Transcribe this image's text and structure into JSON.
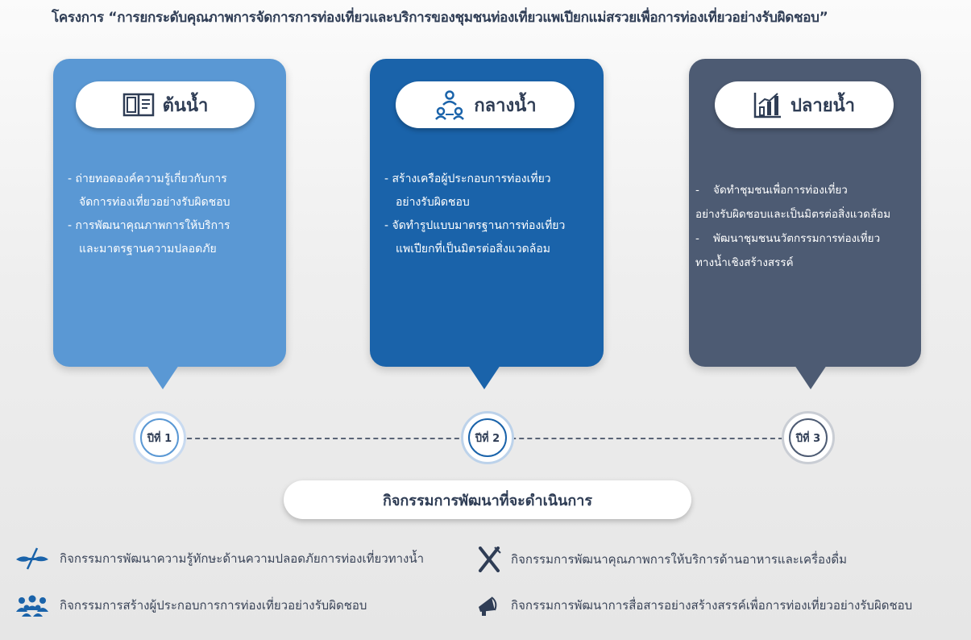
{
  "title": "โครงการ “การยกระดับคุณภาพการจัดการการท่องเที่ยวและบริการของชุมชนท่องเที่ยวแพเปียกแม่สรวยเพื่อการท่องเที่ยวอย่างรับผิดชอบ”",
  "colors": {
    "upstream": "#5a98d4",
    "midstream": "#1a63aa",
    "downstream": "#4d5b73",
    "text_dark": "#2f3d55"
  },
  "cards": [
    {
      "label": "ต้นน้ำ",
      "icon": "book-icon",
      "bullets": [
        "- ถ่ายทอดองค์ความรู้เกี่ยวกับการ",
        "  จัดการท่องเที่ยวอย่างรับผิดชอบ",
        "- การพัฒนาคุณภาพการให้บริการ",
        "  และมาตรฐานความปลอดภัย"
      ]
    },
    {
      "label": "กลางน้ำ",
      "icon": "network-people-icon",
      "bullets": [
        "- สร้างเครือผู้ประกอบการท่องเที่ยว",
        "  อย่างรับผิดชอบ",
        "- จัดทำรูปแบบมาตรฐานการท่องเที่ยว",
        "  แพเปียกที่เป็นมิตรต่อสิ่งแวดล้อม"
      ]
    },
    {
      "label": "ปลายน้ำ",
      "icon": "bar-chart-icon",
      "bullets": [
        "-    จัดทำชุมชนเพื่อการท่องเที่ยว",
        "อย่างรับผิดชอบและเป็นมิตรต่อสิ่งแวดล้อม",
        "-    พัฒนาชุมชนนวัตกรรมการท่องเที่ยว",
        "ทางน้ำเชิงสร้างสรรค์"
      ]
    }
  ],
  "timeline": [
    "ปีที่ 1",
    "ปีที่ 2",
    "ปีที่ 3"
  ],
  "activities_heading": "กิจกรรมการพัฒนาที่จะดำเนินการ",
  "activities": [
    {
      "icon": "paddle-icon",
      "label": "กิจกรรมการพัฒนาความรู้ทักษะด้านความปลอดภัยการท่องเที่ยวทางน้ำ"
    },
    {
      "icon": "fork-knife-icon",
      "label": "กิจกรรมการพัฒนาคุณภาพการให้บริการด้านอาหารและเครื่องดื่ม"
    },
    {
      "icon": "group-icon",
      "label": "กิจกรรมการสร้างผู้ประกอบการการท่องเที่ยวอย่างรับผิดชอบ"
    },
    {
      "icon": "megaphone-icon",
      "label": "กิจกรรมการพัฒนาการสื่อสารอย่างสร้างสรรค์เพื่อการท่องเที่ยวอย่างรับผิดชอบ"
    }
  ]
}
